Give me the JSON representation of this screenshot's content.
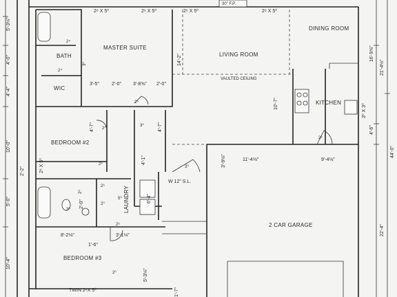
{
  "rooms": {
    "master_suite": "MASTER SUITE",
    "living_room": "LIVING ROOM",
    "dining_room": "DINING ROOM",
    "kitchen": "KITCHEN",
    "bath": "BATH",
    "wic": "WIC",
    "bedroom2": "BEDROOM #2",
    "bedroom3": "BEDROOM #3",
    "laundry": "LAUNDRY",
    "garage": "2 CAR GARAGE"
  },
  "annotations": {
    "vaulted": "VAULTED CEILING",
    "fireplace": "30\" F.P.",
    "wsl": "W 12\" S.L.",
    "twin_window": "TWIN 2⁶X 5⁰"
  },
  "windows": {
    "w1": "2⁶ X 5⁰",
    "w2": "2⁶ X 5⁰",
    "w3": "2⁶ X 5⁰",
    "w4": "2⁶ X 5⁰",
    "w5": "2⁶ X 5⁰",
    "w_dining_side": "3⁰ X 3⁰"
  },
  "doors": {
    "d1": "2⁴",
    "d2": "2⁴",
    "d3": "3⁰",
    "d4": "2⁰",
    "d5": "2⁶",
    "d6": "3⁰",
    "d7": "2⁶",
    "d8": "2⁶",
    "d9": "3⁰",
    "d10": "2⁰",
    "d11": "2⁰",
    "d12": "5⁰",
    "d13": "2⁶",
    "d14": "2⁰",
    "d15": "2⁶",
    "d16": "3⁰"
  },
  "dimensions": {
    "left_5_3a": "5'-3⅛\"",
    "left_4_0": "4'-0\"",
    "left_4_4": "4'-4\"",
    "left_10_0": "10'-0\"",
    "left_2_2": "2'-2\"",
    "left_5_0": "5'-0\"",
    "left_10_4": "10'-4\"",
    "ms_3_5": "3'-5\"",
    "ms_2_0a": "2'-0\"",
    "ms_3_8": "3'-8⅝\"",
    "ms_2_0b": "2'-0\"",
    "lr_14_2": "14'-2\"",
    "kit_10_7": "10'-7\"",
    "br2_4_7a": "4'-7\"",
    "br2_4_7b": "4'-7\"",
    "hall_4_1": "4'-1\"",
    "gar_3_9": "3'-9⅛\"",
    "gar_11_4": "11'-4⅛\"",
    "gar_9_4": "9'-4⅛\"",
    "gar_6_4": "6'-4\"",
    "br3_8_2": "8'-2⅛\"",
    "br3_1_6": "1'-6\"",
    "br3_3_1": "3'-1⅛\"",
    "br3_5_3": "5'-3⅛\"",
    "bot_1_7": "1'-7\"",
    "bath2_2_0": "2'-0\"",
    "r_16_9": "16'-9⅝\"",
    "r_21_4": "21'-4⅛\"",
    "r_4_6": "4'-6\"",
    "r_44_0": "44'-0\"",
    "r_22_4": "22'-4\""
  }
}
